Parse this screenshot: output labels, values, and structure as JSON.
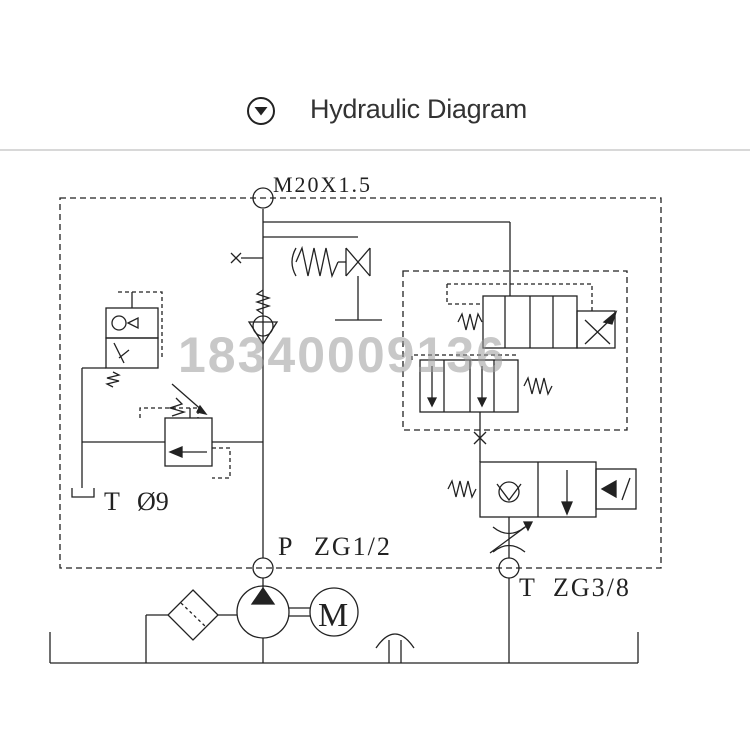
{
  "header": {
    "title": "Hydraulic Diagram",
    "toggle_icon": "chevron-down-circle-icon"
  },
  "diagram": {
    "labels": {
      "pressure_gauge_port": "M20X1.5",
      "tank_port_left": "T",
      "tank_port_left_size": "Ø9",
      "pump_port": "P",
      "pump_port_size": "ZG1/2",
      "tank_port_right": "T",
      "tank_port_right_size": "ZG3/8",
      "motor": "M"
    },
    "watermark": "18340009136",
    "colors": {
      "line": "#222222",
      "watermark": "#9a9a9a"
    }
  }
}
